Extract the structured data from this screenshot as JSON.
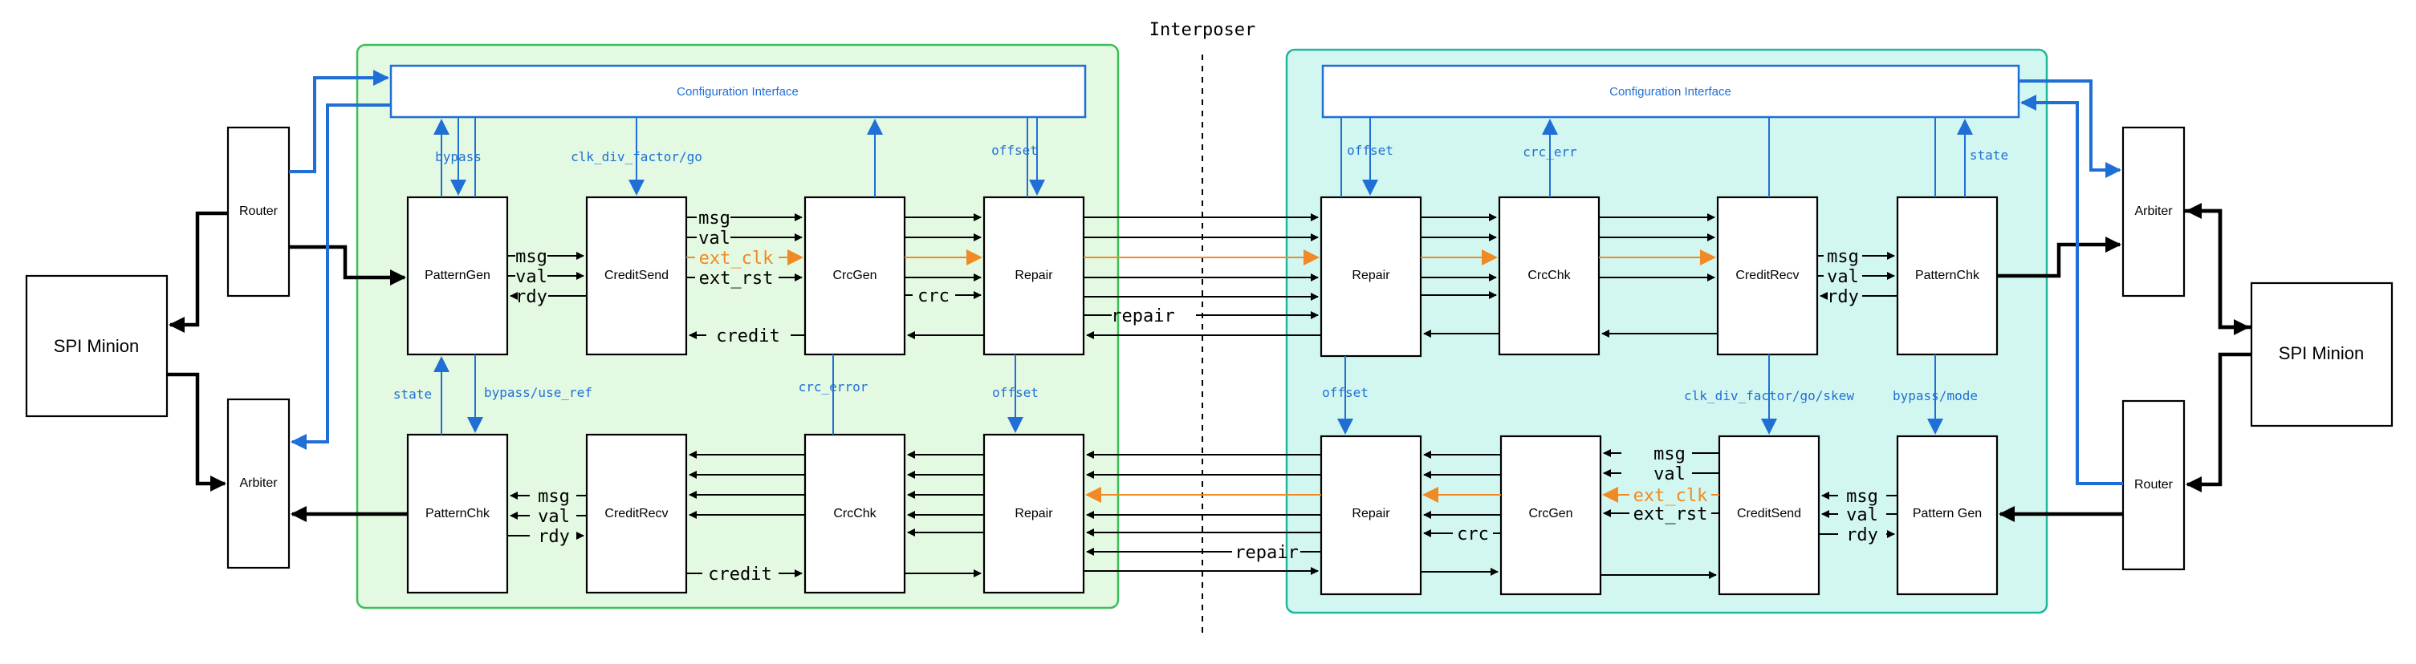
{
  "title": "Interposer",
  "colors": {
    "accent": "#1f6fd6",
    "clock": "#f08a24",
    "left_die": "#e3f9e1",
    "right_die": "#d2f7f0"
  },
  "left": {
    "spi": "SPI Minion",
    "router": "Router",
    "arbiter": "Arbiter",
    "config": "Configuration Interface",
    "top_blocks": [
      "PatternGen",
      "CreditSend",
      "CrcGen",
      "Repair"
    ],
    "bot_blocks": [
      "PatternChk",
      "CreditRecv",
      "CrcChk",
      "Repair"
    ],
    "labels": {
      "bypass": "bypass",
      "clk_div": "clk_div_factor/go",
      "offset_top": "offset",
      "state": "state",
      "bypass_use_ref": "bypass/use_ref",
      "crc_error": "crc_error",
      "offset_bot": "offset"
    }
  },
  "right": {
    "spi": "SPI Minion",
    "router": "Router",
    "arbiter": "Arbiter",
    "config": "Configuration Interface",
    "top_blocks": [
      "Repair",
      "CrcChk",
      "CreditRecv",
      "PatternChk"
    ],
    "bot_blocks": [
      "Repair",
      "CrcGen",
      "CreditSend",
      "Pattern Gen"
    ],
    "labels": {
      "offset_top": "offset",
      "crc_err": "crc_err",
      "state": "state",
      "offset_bot": "offset",
      "clk_div_skew": "clk_div_factor/go/skew",
      "bypass_mode": "bypass/mode"
    }
  },
  "signals": {
    "msg": "msg",
    "val": "val",
    "rdy": "rdy",
    "ext_clk": "ext_clk",
    "ext_rst": "ext_rst",
    "credit": "credit",
    "crc": "crc",
    "repair": "repair"
  }
}
